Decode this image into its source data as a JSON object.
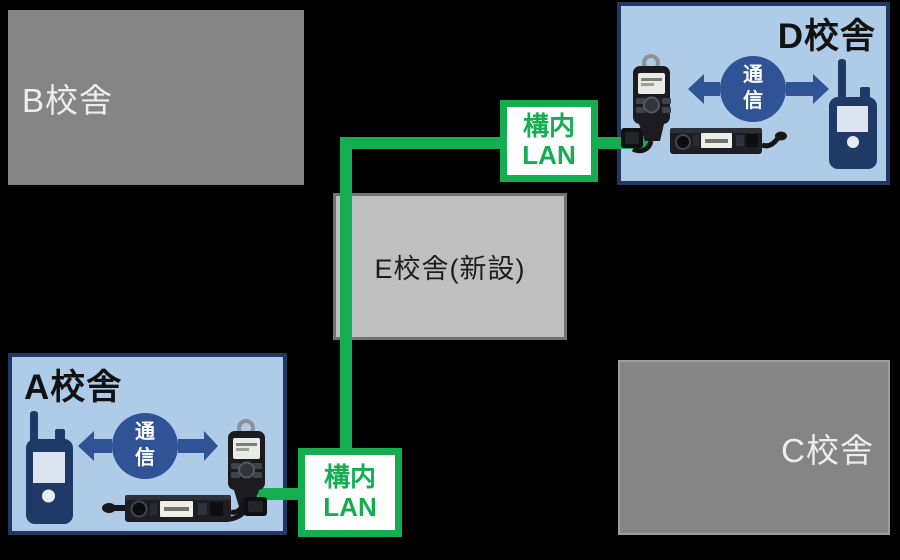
{
  "diagram_title": "School campus LAN radio communication diagram",
  "colors": {
    "canvas_bg": "#000000",
    "lan_green": "#14ae51",
    "blue_box_bg": "#aecbe8",
    "blue_box_border": "#1f3864",
    "gray_box_bg": "#858585",
    "e_box_bg": "#bfbfbf",
    "comm_navy": "#2f5394",
    "walkie_navy": "#1f3a66"
  },
  "buildings": {
    "a": {
      "label": "A校舎"
    },
    "b": {
      "label": "B校舎"
    },
    "c": {
      "label": "C校舎"
    },
    "d": {
      "label": "D校舎"
    },
    "e": {
      "label": "E校舎(新設)"
    }
  },
  "lan": {
    "top": {
      "line1": "構内",
      "line2": "LAN"
    },
    "bottom": {
      "line1": "構内",
      "line2": "LAN"
    }
  },
  "comm": {
    "a": {
      "line1": "通",
      "line2": "信"
    },
    "d": {
      "line1": "通",
      "line2": "信"
    }
  },
  "icons": {
    "walkie_talkie": "handheld radio",
    "speaker_mic": "speaker microphone",
    "base_radio": "mobile radio base unit",
    "comm_arrows": "bidirectional communication arrows"
  }
}
